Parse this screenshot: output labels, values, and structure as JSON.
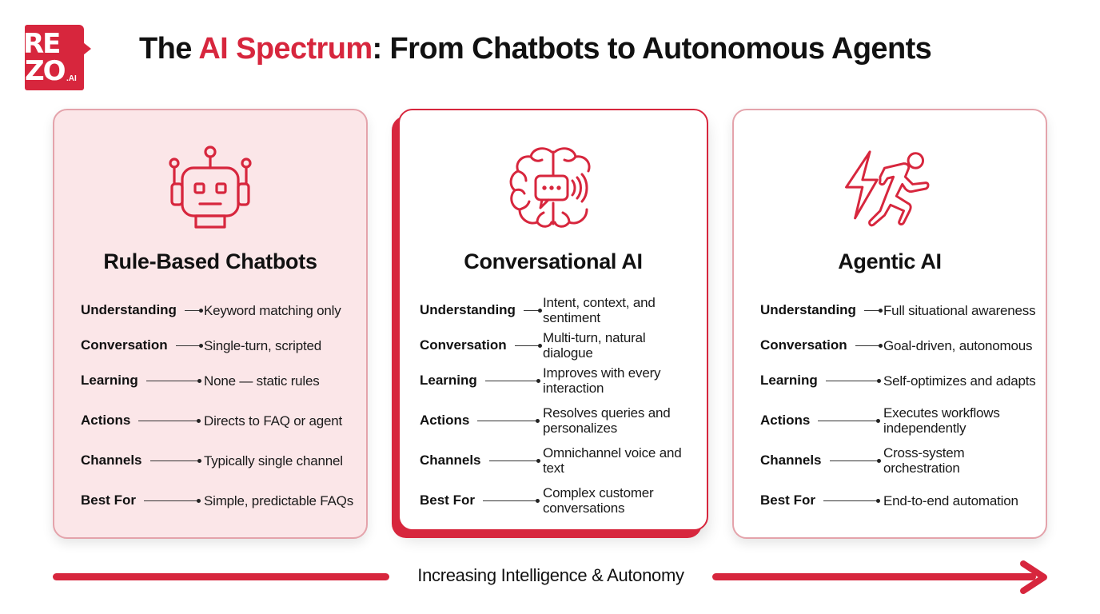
{
  "logo": {
    "line1": "RE",
    "line2": "ZO",
    "suffix": ".AI",
    "color": "#d7263d"
  },
  "title": {
    "prefix": "The ",
    "accent": "AI Spectrum",
    "suffix": ": From Chatbots to Autonomous Agents",
    "accent_color": "#d7263d"
  },
  "cards": [
    {
      "icon": "robot-icon",
      "title": "Rule-Based Chatbots",
      "background": "#fbe6e8",
      "rows": [
        {
          "label": "Understanding",
          "value": "Keyword matching only"
        },
        {
          "label": "Conversation",
          "value": "Single-turn, scripted"
        },
        {
          "label": "Learning",
          "value": "None — static rules"
        },
        {
          "label": "Actions",
          "value": "Directs to FAQ or agent"
        },
        {
          "label": "Channels",
          "value": "Typically single channel"
        },
        {
          "label": "Best For",
          "value": "Simple, predictable FAQs"
        }
      ]
    },
    {
      "icon": "brain-chat-icon",
      "title": "Conversational AI",
      "background": "#ffffff",
      "highlighted": true,
      "rows": [
        {
          "label": "Understanding",
          "value": "Intent, context, and sentiment"
        },
        {
          "label": "Conversation",
          "value": "Multi-turn, natural dialogue"
        },
        {
          "label": "Learning",
          "value": "Improves with every interaction"
        },
        {
          "label": "Actions",
          "value": "Resolves queries and personalizes"
        },
        {
          "label": "Channels",
          "value": "Omnichannel voice and text"
        },
        {
          "label": "Best For",
          "value": "Complex customer conversations"
        }
      ]
    },
    {
      "icon": "running-person-lightning-icon",
      "title": "Agentic AI",
      "background": "#ffffff",
      "rows": [
        {
          "label": "Understanding",
          "value": "Full situational awareness"
        },
        {
          "label": "Conversation",
          "value": "Goal-driven, autonomous"
        },
        {
          "label": "Learning",
          "value": "Self-optimizes and adapts"
        },
        {
          "label": "Actions",
          "value": "Executes workflows independently"
        },
        {
          "label": "Channels",
          "value": "Cross-system orchestration"
        },
        {
          "label": "Best For",
          "value": "End-to-end automation"
        }
      ]
    }
  ],
  "axis": {
    "label": "Increasing Intelligence & Autonomy",
    "color": "#d7263d",
    "direction": "left-to-right"
  }
}
